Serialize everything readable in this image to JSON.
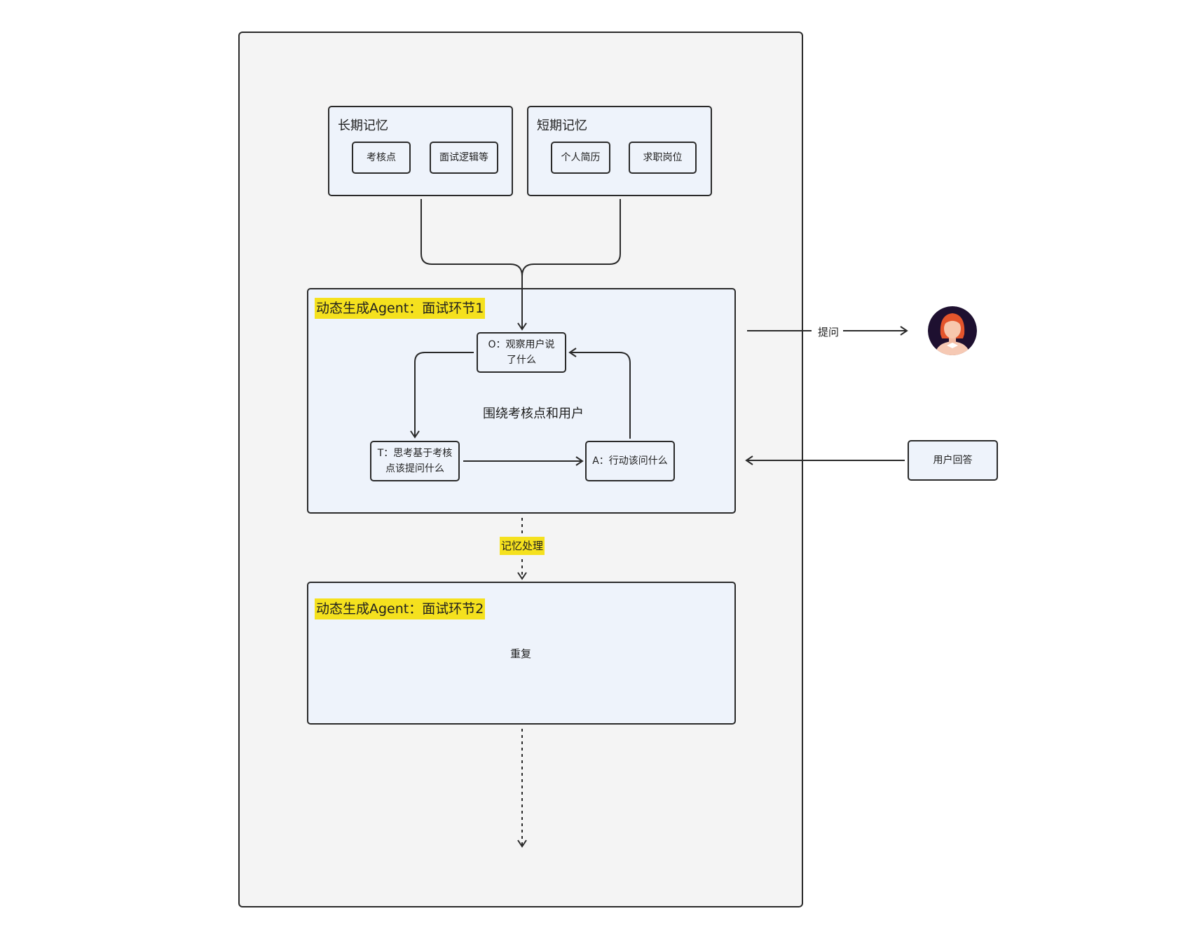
{
  "long_term": {
    "title": "长期记忆",
    "items": [
      "考核点",
      "面试逻辑等"
    ]
  },
  "short_term": {
    "title": "短期记忆",
    "items": [
      "个人简历",
      "求职岗位"
    ]
  },
  "stage1": {
    "title": "动态生成Agent：面试环节1",
    "observe": "O：观察用户说了什么",
    "think": "T：思考基于考核点该提问什么",
    "act": "A：行动该问什么",
    "center": "围绕考核点和用户"
  },
  "memory_processing": "记忆处理",
  "stage2": {
    "title": "动态生成Agent：面试环节2",
    "body": "重复"
  },
  "ask_label": "提问",
  "user_answer": "用户回答",
  "colors": {
    "highlight": "#f5e11e",
    "box_fill": "#eef3fb",
    "panel": "#f4f4f4",
    "stroke": "#2a2a2a"
  }
}
